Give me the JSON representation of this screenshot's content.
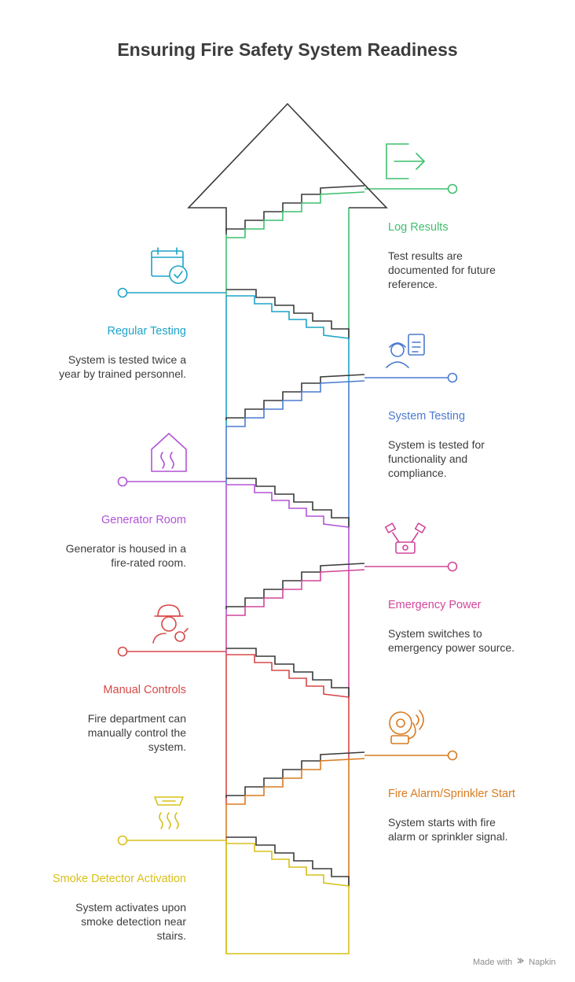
{
  "title": "Ensuring Fire Safety System Readiness",
  "steps": [
    {
      "label": "Log Results",
      "desc": [
        "Test results are",
        "documented for future",
        "reference."
      ],
      "color": "#3fbf6e",
      "icon": "exit-door-icon"
    },
    {
      "label": "Regular Testing",
      "desc": [
        "System is tested twice a",
        "year by trained personnel."
      ],
      "color": "#1ea3c9",
      "icon": "calendar-check-icon"
    },
    {
      "label": "System Testing",
      "desc": [
        "System is tested for",
        "functionality and",
        "compliance."
      ],
      "color": "#4a7bd0",
      "icon": "inspector-clipboard-icon"
    },
    {
      "label": "Generator Room",
      "desc": [
        "Generator is housed in a",
        "fire-rated room."
      ],
      "color": "#b254d6",
      "icon": "house-heat-icon"
    },
    {
      "label": "Emergency Power",
      "desc": [
        "System switches to",
        "emergency power source."
      ],
      "color": "#d2469a",
      "icon": "engine-icon"
    },
    {
      "label": "Manual Controls",
      "desc": [
        "Fire department can",
        "manually control the",
        "system."
      ],
      "color": "#d94848",
      "icon": "firefighter-icon"
    },
    {
      "label": "Fire Alarm/Sprinkler Start",
      "desc": [
        "System starts with fire",
        "alarm or sprinkler signal."
      ],
      "color": "#d97b20",
      "icon": "fire-alarm-icon"
    },
    {
      "label": "Smoke Detector Activation",
      "desc": [
        "System activates upon",
        "smoke detection near",
        "stairs."
      ],
      "color": "#d8c01c",
      "icon": "smoke-detector-icon"
    }
  ],
  "footer": {
    "prefix": "Made with",
    "brand": "Napkin"
  }
}
